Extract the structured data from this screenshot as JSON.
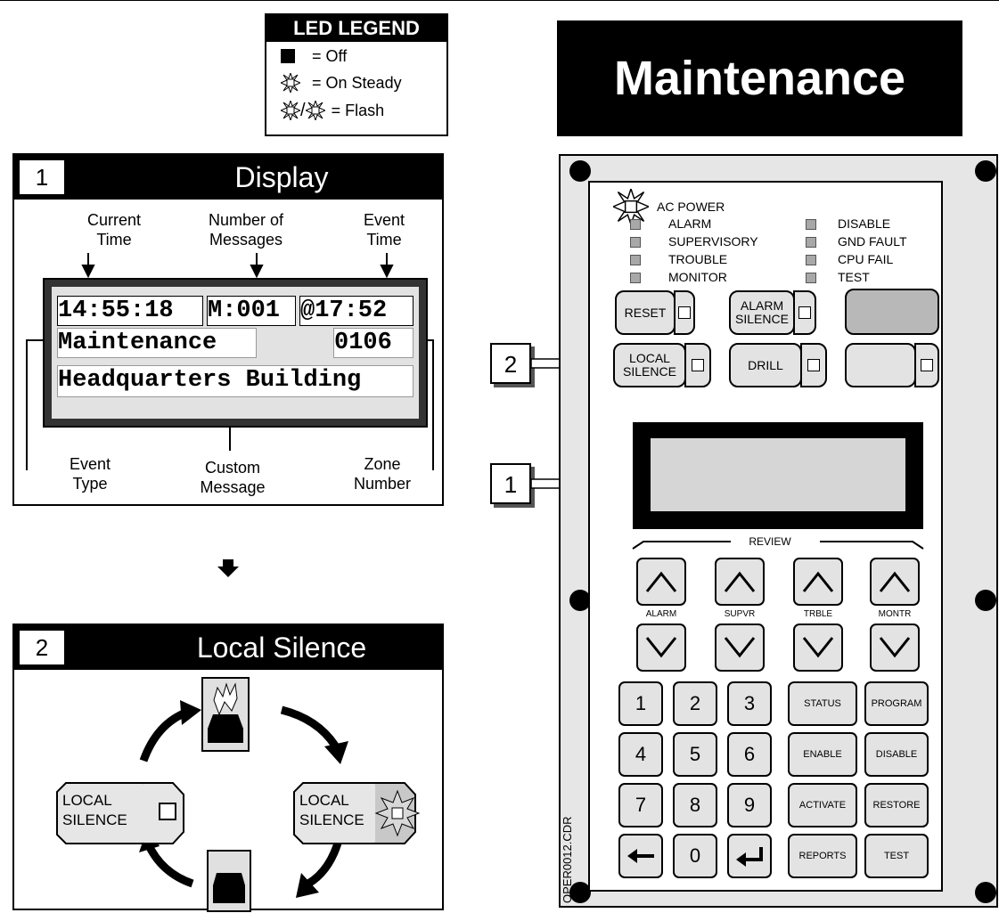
{
  "legend": {
    "title": "LED LEGEND",
    "off": "= Off",
    "on_steady": "= On Steady",
    "flash": "= Flash"
  },
  "maintenance_title": "Maintenance",
  "display_panel": {
    "number": "1",
    "title": "Display",
    "labels": {
      "current_time": [
        "Current",
        "Time"
      ],
      "number_of_messages": [
        "Number of",
        "Messages"
      ],
      "event_time": [
        "Event",
        "Time"
      ],
      "event_type": [
        "Event",
        "Type"
      ],
      "custom_message": [
        "Custom",
        "Message"
      ],
      "zone_number": [
        "Zone",
        "Number"
      ]
    },
    "lcd": {
      "time": "14:55:18",
      "messages": "M:001",
      "event_time": "@17:52",
      "event_type": "Maintenance",
      "zone": "0106",
      "custom_message": "Headquarters Building"
    }
  },
  "local_silence_panel": {
    "number": "2",
    "title": "Local Silence",
    "button_label": [
      "LOCAL",
      "SILENCE"
    ]
  },
  "front_panel": {
    "leds": {
      "ac_power": "AC POWER",
      "alarm": "ALARM",
      "supervisory": "SUPERVISORY",
      "trouble": "TROUBLE",
      "monitor": "MONITOR",
      "disable": "DISABLE",
      "gnd_fault": "GND FAULT",
      "cpu_fail": "CPU FAIL",
      "test": "TEST"
    },
    "buttons": {
      "reset": "RESET",
      "alarm_silence": [
        "ALARM",
        "SILENCE"
      ],
      "local_silence": [
        "LOCAL",
        "SILENCE"
      ],
      "drill": "DRILL"
    },
    "callouts": {
      "display": "1",
      "local_silence": "2"
    },
    "review_label": "REVIEW",
    "review_columns": [
      "ALARM",
      "SUPVR",
      "TRBLE",
      "MONTR"
    ],
    "keypad": {
      "numbers": [
        "1",
        "2",
        "3",
        "4",
        "5",
        "6",
        "7",
        "8",
        "9",
        "0"
      ],
      "functions": [
        "STATUS",
        "PROGRAM",
        "ENABLE",
        "DISABLE",
        "ACTIVATE",
        "RESTORE",
        "REPORTS",
        "TEST"
      ]
    },
    "drawing_id": "OPER0012.CDR"
  },
  "colors": {
    "panel_bg": "#e6e6e6",
    "header_bg": "#000000",
    "lcd_bg": "#e2e2e2"
  }
}
